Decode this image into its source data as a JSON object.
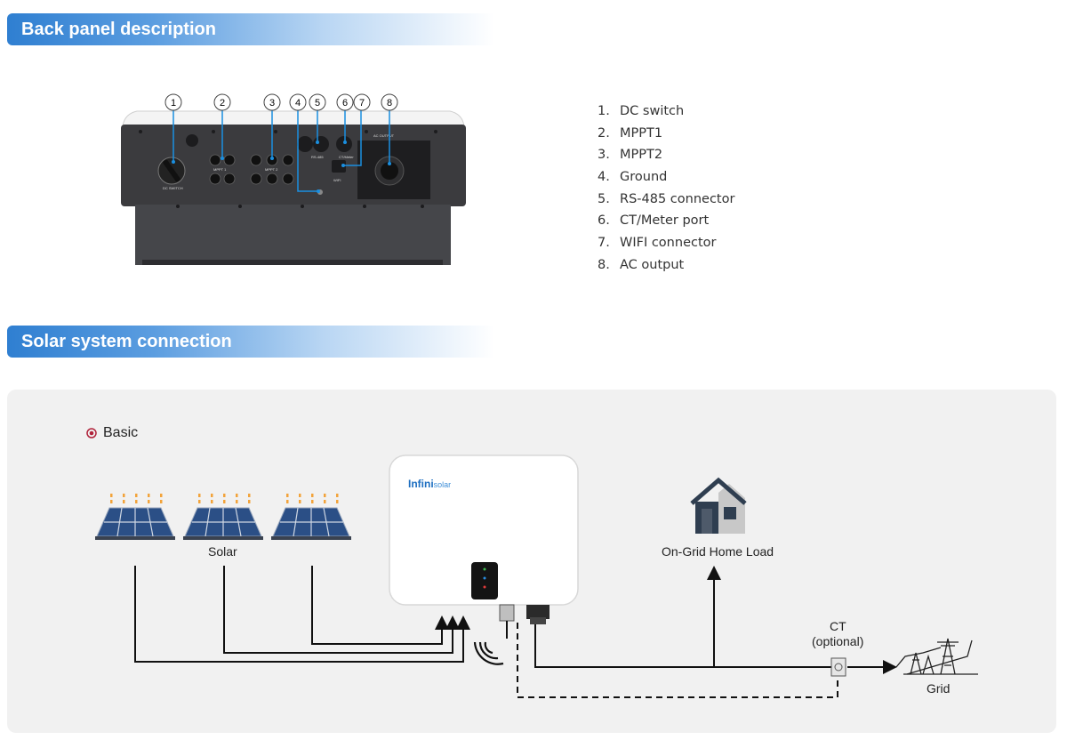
{
  "sections": {
    "back_panel": "Back panel description",
    "solar_connection": "Solar system connection"
  },
  "callouts": [
    "1",
    "2",
    "3",
    "4",
    "5",
    "6",
    "7",
    "8"
  ],
  "legend": [
    {
      "num": "1.",
      "text": "DC switch"
    },
    {
      "num": "2.",
      "text": "MPPT1"
    },
    {
      "num": "3.",
      "text": "MPPT2"
    },
    {
      "num": "4.",
      "text": "Ground"
    },
    {
      "num": "5.",
      "text": "RS-485 connector"
    },
    {
      "num": "6.",
      "text": "CT/Meter port"
    },
    {
      "num": "7.",
      "text": "WIFI connector"
    },
    {
      "num": "8.",
      "text": "AC  output"
    }
  ],
  "panel_labels": {
    "dc_switch": "DC SWITCH",
    "mppt1": "MPPT 1",
    "mppt2": "MPPT 2",
    "rs485": "RS-485",
    "ct_meter": "CT/Meter",
    "wifi": "WIFI",
    "ac_output": "AC OUTPUT"
  },
  "diagram": {
    "mode": "Basic",
    "solar": "Solar",
    "brand_a": "Infini",
    "brand_b": "solar",
    "home": "On-Grid Home Load",
    "ct": "CT",
    "ct_optional": "(optional)",
    "grid": "Grid"
  },
  "colors": {
    "header_blue": "#2f7fd1",
    "panel_dark": "#3b3b3e",
    "callout_line": "#1a8fe0",
    "mode_dot": "#b0223a",
    "solar_cell": "#2b4f86",
    "sun_ray": "#f2a33a",
    "house": "#2f3e50"
  }
}
